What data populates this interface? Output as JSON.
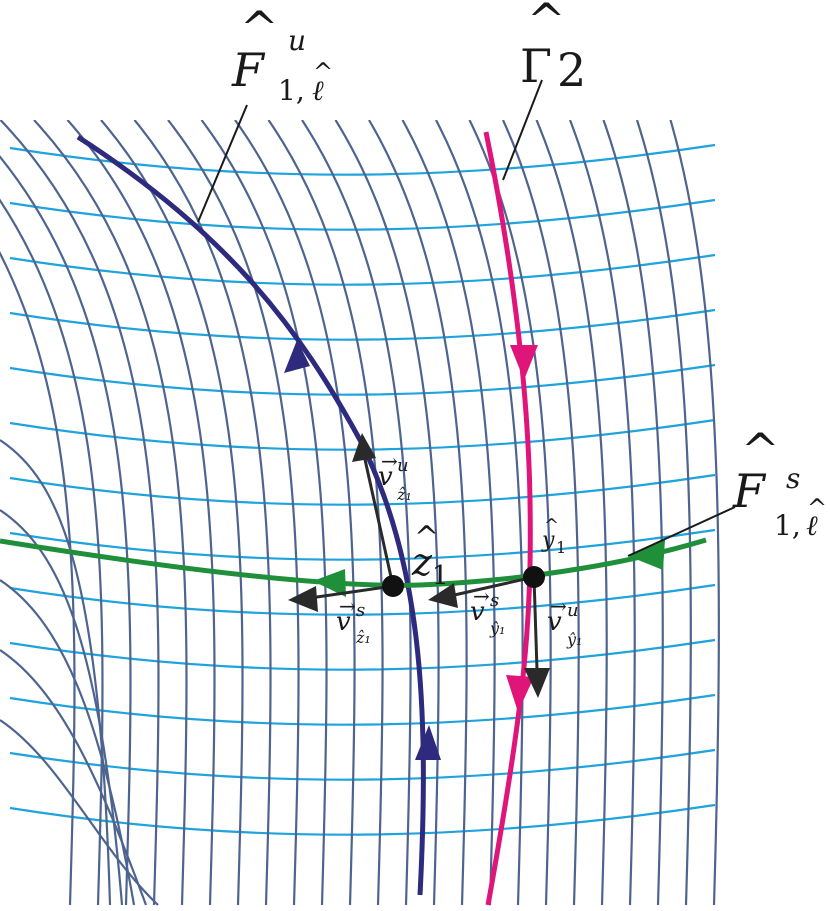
{
  "colors": {
    "stable_leaves": "#1fa3dd",
    "unstable_leaves": "#4d6490",
    "F_u_curve": "#2e2a7e",
    "Gamma_curve": "#e0157a",
    "F_s_curve": "#1f8f3a",
    "vectors": "#2a2a2a",
    "points": "#111111",
    "text": "#1a1a1a"
  },
  "labels": {
    "F_u": {
      "main": "F",
      "hat": "^",
      "sup": "u",
      "sub": "1,",
      "sub_ell": "ℓ",
      "sub_ell_hat": "^"
    },
    "Gamma": {
      "main": "Γ",
      "hat": "^",
      "sub": "2"
    },
    "F_s": {
      "main": "F",
      "hat": "^",
      "sup": "s",
      "sub": "1,",
      "sub_ell": "ℓ",
      "sub_ell_hat": "^"
    },
    "z1": {
      "main": "z",
      "hat": "^",
      "sub": "1"
    },
    "y1": {
      "main": "y",
      "hat": "^",
      "sub": "1"
    },
    "v_z1_u": {
      "main": "v",
      "arrow": "→",
      "sup": "u",
      "sub": "ẑ₁"
    },
    "v_z1_s": {
      "main": "v",
      "arrow": "→",
      "sup": "s",
      "sub": "ẑ₁"
    },
    "v_y1_s": {
      "main": "v",
      "arrow": "→",
      "sup": "s",
      "sub": "ŷ₁"
    },
    "v_y1_u": {
      "main": "v",
      "arrow": "→",
      "sup": "u",
      "sub": "ŷ₁"
    }
  }
}
